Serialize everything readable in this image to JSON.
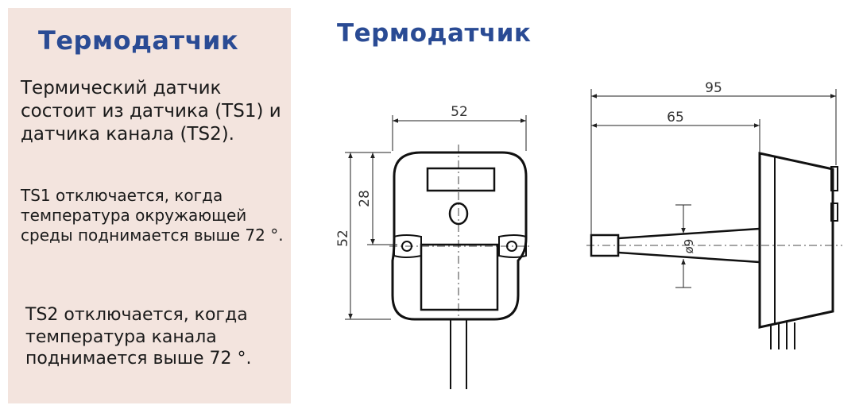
{
  "panel": {
    "title": "Термодатчик",
    "para1": "Термический датчик состоит из датчика (TS1) и датчика канала (TS2).",
    "para2": "TS1 отключается, когда температура окружающей среды поднимается выше 72 °.",
    "para3": "TS2 отключается, когда температура канала поднимается выше 72 °."
  },
  "drawing": {
    "title": "Термодатчик",
    "front_view": {
      "width_label": "52",
      "height_label": "52",
      "upper_height_label": "28"
    },
    "side_view": {
      "total_length_label": "95",
      "probe_length_label": "65",
      "probe_diameter_label": "ø9"
    }
  },
  "colors": {
    "panel_bg": "#f3e4de",
    "title": "#2a4b94"
  }
}
